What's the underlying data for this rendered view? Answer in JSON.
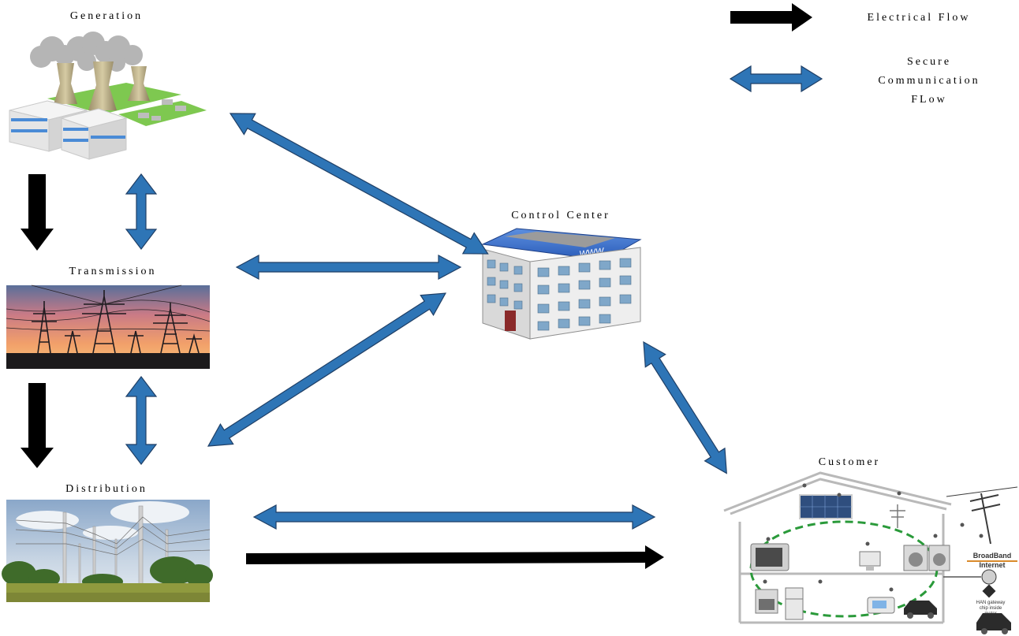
{
  "nodes": {
    "generation": {
      "label": "Generation"
    },
    "transmission": {
      "label": "Transmission"
    },
    "distribution": {
      "label": "Distribution"
    },
    "control_center": {
      "label": "Control Center"
    },
    "customer": {
      "label": "Customer"
    }
  },
  "legend": {
    "electrical": {
      "label": "Electrical Flow"
    },
    "secure": {
      "lines": [
        "Secure",
        "Communication",
        "FLow"
      ]
    }
  },
  "customer_image_text": {
    "broadband": "BroadBand",
    "internet": "Internet",
    "gateway": [
      "HAN gateway",
      "chip inside",
      "meter"
    ]
  },
  "colors": {
    "electrical_flow": "#000000",
    "secure_flow": "#2E75B6",
    "secure_outline": "#1F3F66"
  }
}
